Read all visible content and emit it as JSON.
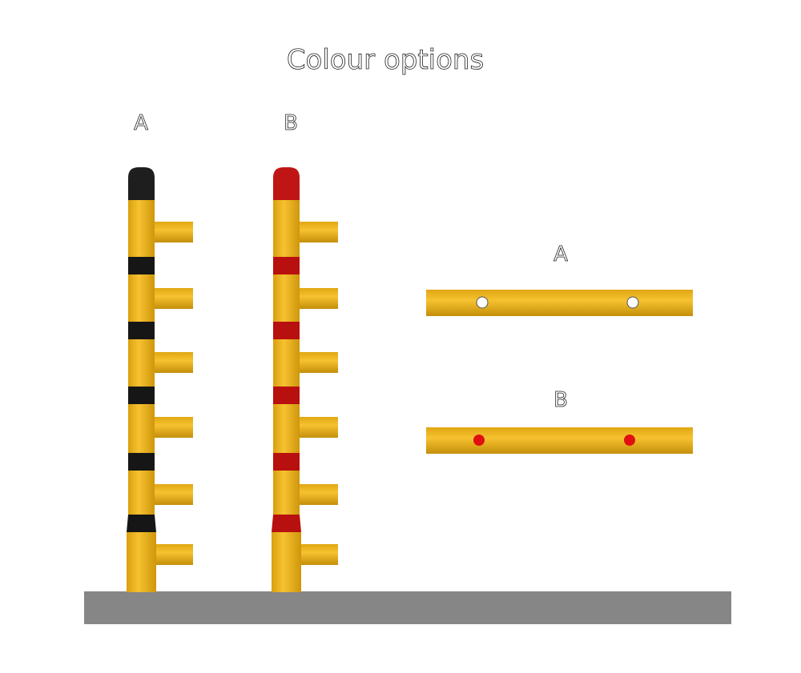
{
  "title": "Colour options",
  "posts": [
    {
      "label": "A",
      "band_color": "#161616",
      "cap_color": "#1e1e1e"
    },
    {
      "label": "B",
      "band_color": "#b80f0f",
      "cap_color": "#c01515"
    }
  ],
  "rails": [
    {
      "label": "A",
      "dot_color": "#ffffff"
    },
    {
      "label": "B",
      "dot_color": "#e01010"
    }
  ],
  "colors": {
    "yellow": "#f2b71f",
    "yellow_dark": "#c9930a",
    "ground": "#868686"
  }
}
